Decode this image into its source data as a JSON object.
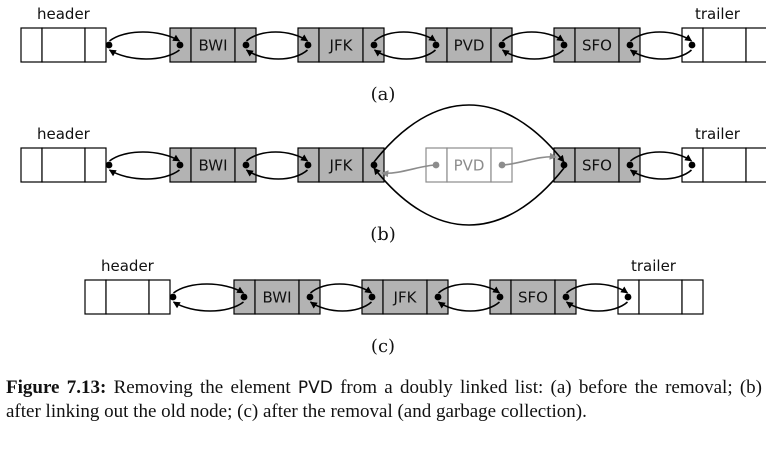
{
  "panels": [
    {
      "id": "a",
      "label": "(a)",
      "header_label": "header",
      "trailer_label": "trailer",
      "nodes": [
        {
          "element": "BWI",
          "state": "linked"
        },
        {
          "element": "JFK",
          "state": "linked"
        },
        {
          "element": "PVD",
          "state": "linked"
        },
        {
          "element": "SFO",
          "state": "linked"
        }
      ]
    },
    {
      "id": "b",
      "label": "(b)",
      "header_label": "header",
      "trailer_label": "trailer",
      "nodes": [
        {
          "element": "BWI",
          "state": "linked"
        },
        {
          "element": "JFK",
          "state": "linked"
        },
        {
          "element": "PVD",
          "state": "unlinked"
        },
        {
          "element": "SFO",
          "state": "linked"
        }
      ]
    },
    {
      "id": "c",
      "label": "(c)",
      "header_label": "header",
      "trailer_label": "trailer",
      "nodes": [
        {
          "element": "BWI",
          "state": "linked"
        },
        {
          "element": "JFK",
          "state": "linked"
        },
        {
          "element": "SFO",
          "state": "linked"
        }
      ]
    }
  ],
  "caption": {
    "label": "Figure 7.13:",
    "text_before": "Removing the element ",
    "code": "PVD",
    "text_after": " from a doubly linked list: (a) before the removal; (b) after linking out the old node; (c) after the removal (and garbage collection)."
  },
  "colors": {
    "node_fill": "#b3b3b3",
    "sentinel_fill": "#ffffff",
    "stroke": "#000000",
    "faded": "#8c8c8c"
  }
}
